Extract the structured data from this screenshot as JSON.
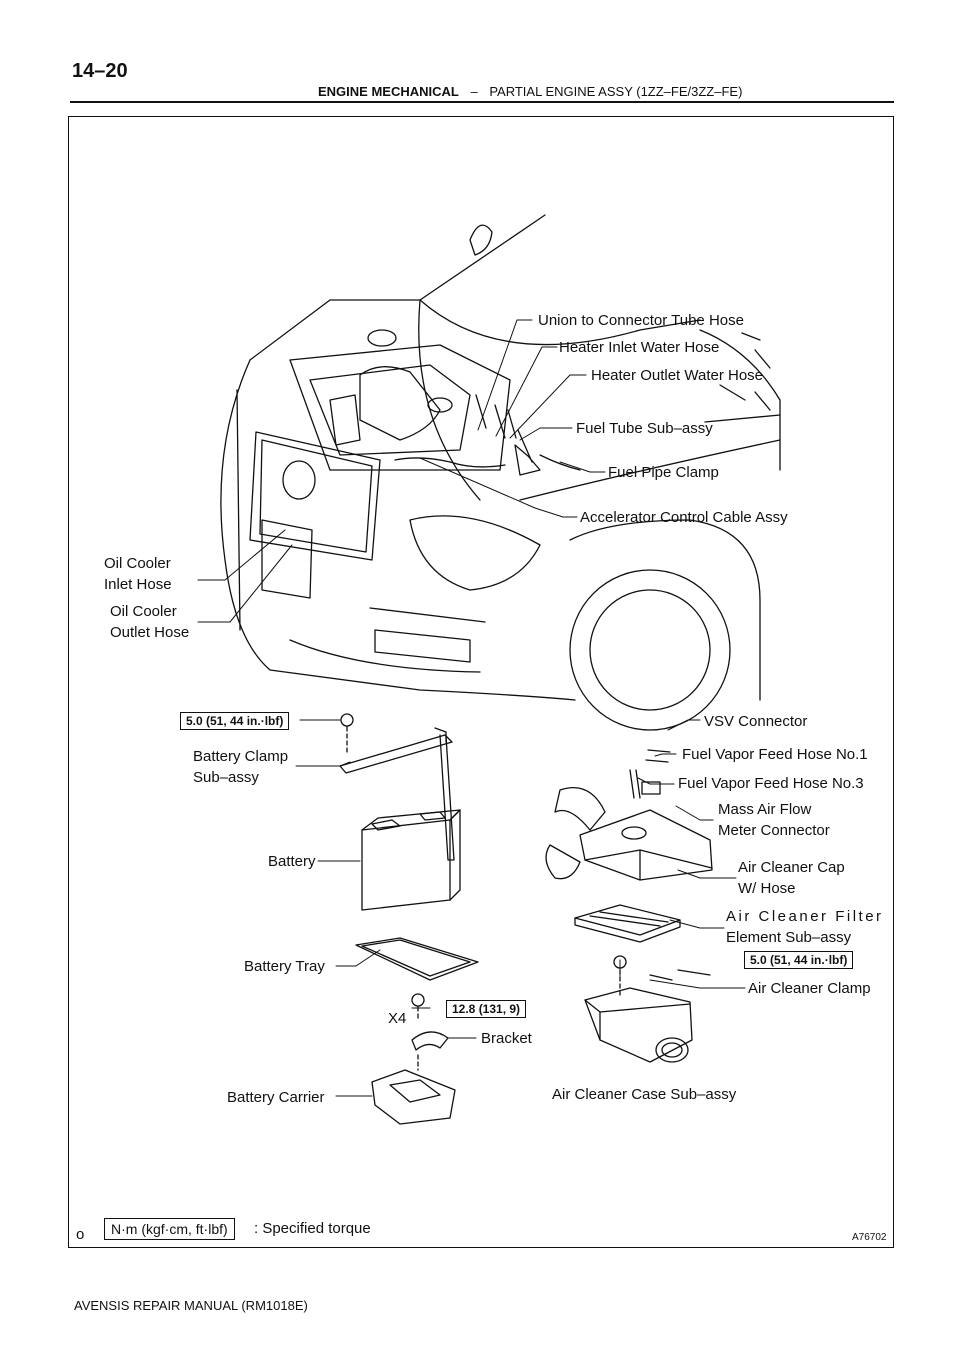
{
  "header": {
    "page_number": "14–20",
    "section": "ENGINE MECHANICAL",
    "separator": "–",
    "subsection": "PARTIAL ENGINE ASSY (1ZZ–FE/3ZZ–FE)"
  },
  "labels": {
    "union_to_connector": "Union to Connector Tube Hose",
    "heater_inlet": "Heater Inlet Water Hose",
    "heater_outlet": "Heater Outlet Water Hose",
    "fuel_tube": "Fuel Tube Sub–assy",
    "fuel_pipe_clamp": "Fuel Pipe Clamp",
    "accelerator_cable": "Accelerator Control Cable Assy",
    "oil_cooler_inlet_1": "Oil Cooler",
    "oil_cooler_inlet_2": "Inlet Hose",
    "oil_cooler_outlet_1": "Oil Cooler",
    "oil_cooler_outlet_2": "Outlet Hose",
    "vsv_connector": "VSV Connector",
    "fuel_vapor_1": "Fuel Vapor Feed Hose No.1",
    "fuel_vapor_3": "Fuel Vapor Feed Hose No.3",
    "maf_1": "Mass Air Flow",
    "maf_2": "Meter Connector",
    "air_cleaner_cap_1": "Air Cleaner Cap",
    "air_cleaner_cap_2": "W/ Hose",
    "air_filter_1": "Air Cleaner Filter",
    "air_filter_2": "Element Sub–assy",
    "air_cleaner_clamp": "Air Cleaner Clamp",
    "air_cleaner_case": "Air Cleaner Case Sub–assy",
    "battery_clamp_1": "Battery Clamp",
    "battery_clamp_2": "Sub–assy",
    "battery": "Battery",
    "battery_tray": "Battery Tray",
    "x4": "X4",
    "bracket": "Bracket",
    "battery_carrier": "Battery Carrier"
  },
  "torques": {
    "battery_clamp": "5.0 (51, 44 in.·lbf)",
    "air_cleaner": "5.0 (51, 44 in.·lbf)",
    "bracket": "12.8 (131, 9)"
  },
  "legend": {
    "unit_box": "N·m (kgf·cm, ft·lbf)",
    "description": ": Specified torque",
    "leading_mark": "o"
  },
  "figure_id": "A76702",
  "footer": "AVENSIS REPAIR MANUAL   (RM1018E)"
}
